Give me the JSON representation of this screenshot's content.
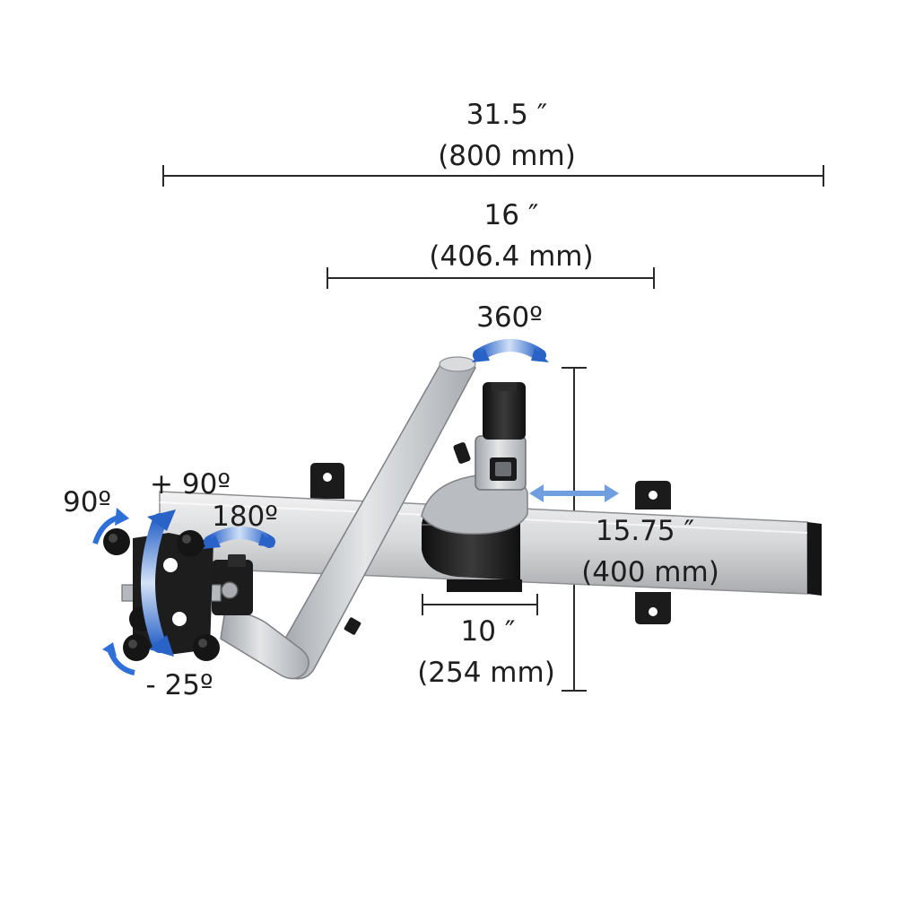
{
  "dimensions": {
    "overall_width": {
      "inch": "31.5 ″",
      "mm": "(800 mm)"
    },
    "arm_length": {
      "inch": "16 ″",
      "mm": "(406.4 mm)"
    },
    "height": {
      "inch": "15.75 ″",
      "mm": "(400 mm)"
    },
    "base_width": {
      "inch": "10 ″",
      "mm": "(254 mm)"
    }
  },
  "rotations": {
    "swivel": "360º",
    "head_swivel": "180º",
    "rotate": "90º",
    "tilt_up": "+ 90º",
    "tilt_down": "- 25º"
  },
  "colors": {
    "arrow_blue": "#2f6fd8",
    "arrow_light": "#8fb5e6",
    "rail_silver": "#d9dadc",
    "arm_silver": "#c4c7cb",
    "hardware_black": "#1c1c1c",
    "dimension_line": "#2a2a2a"
  }
}
